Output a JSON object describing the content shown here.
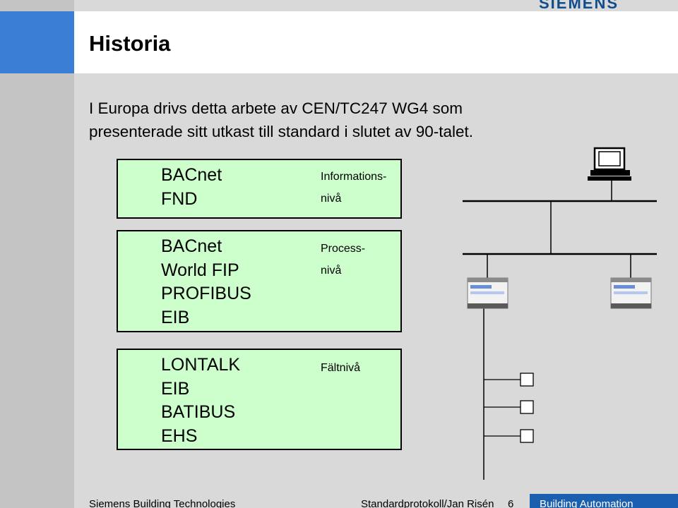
{
  "header": {
    "title": "Historia",
    "logo": "SIEMENS"
  },
  "body": {
    "line1": "I Europa drivs detta arbete av CEN/TC247 WG4 som",
    "line2": "presenterade sitt utkast till standard i slutet av 90-talet."
  },
  "boxes": [
    {
      "protocols": [
        "BACnet",
        "FND"
      ],
      "level": [
        "Informations-",
        "nivå"
      ]
    },
    {
      "protocols": [
        "BACnet",
        "World FIP",
        "PROFIBUS",
        "EIB"
      ],
      "level": [
        "Process-",
        "nivå"
      ]
    },
    {
      "protocols": [
        "LONTALK",
        "EIB",
        "BATIBUS",
        "EHS"
      ],
      "level": [
        "Fältnivå"
      ]
    }
  ],
  "footer": {
    "company": "Siemens Building Technologies",
    "doc": "Standardprotokoll/Jan Risén",
    "page": "6",
    "division": "Building Automation"
  },
  "colors": {
    "box_fill": "#ccffcc",
    "accent": "#3a7fd5",
    "background": "#d9d9d9"
  }
}
